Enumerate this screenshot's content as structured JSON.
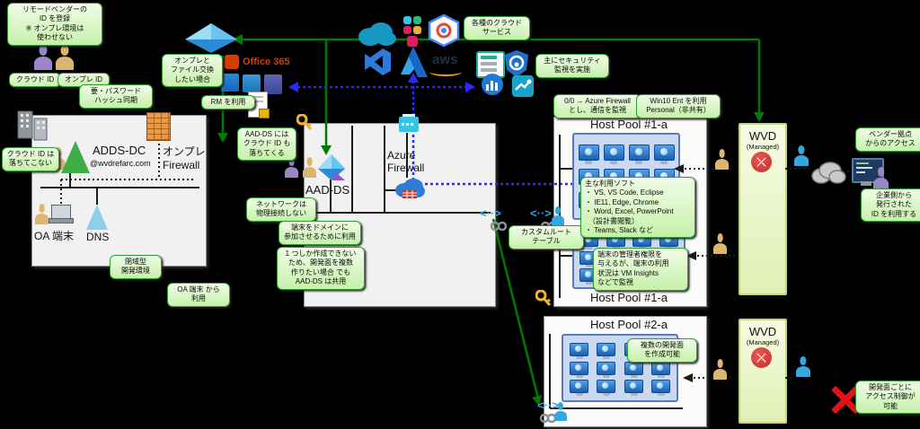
{
  "colors": {
    "background": "#000000",
    "green_arrow": "#007a00",
    "blue_dash": "#2a2aff",
    "callout_border": "#2e9e2e",
    "callout_fill": "#d5f4bd",
    "grid_fill": "#c9d9f2",
    "grid_border": "#5a7ab8",
    "wvd_fill": "#e9f5c7",
    "rdp_red": "#c1332e",
    "onprem_firewall_orange": "#e79b49"
  },
  "callouts": {
    "vendor_register": "リモードベンダーの\nID を登録\n※ オンプレ環境は\n使わせない",
    "cloud_id": "クラウド ID",
    "onpre_id": "オンプレ ID",
    "hash_sync": "要・パスワード\nハッシュ同期",
    "file_exchange": "オンプレと\nファイル交換\nしたい場合",
    "rm_use": "RM を利用",
    "cloud_services": "各種のクラウド\nサービス",
    "security_monitor": "主にセキュリティ\n監視を実施",
    "cloud_id_not_fall": "クラウド ID は\n落ちてこない",
    "closed_env": "閉域型\n開発環境",
    "oa_use": "OA 端末 から\n利用",
    "aadds_cloud_id": "AAD-DS には\nクラウド ID も\n落ちてくる",
    "no_physical": "ネットワークは\n物理接続しない",
    "domain_join": "端末をドメインに\n参加させるために利用",
    "one_only": "1 つしか作成できない\nため、開発面を複数\n作りたい場合 でも\nAAD-DS は共用",
    "azure_fw_00": "0/0 → Azure Firewall\nとし、通信を監視",
    "win10": "Win10 Ent を利用\nPersonal（非共有）",
    "main_soft": "主な利用ソフト\n・ VS, VS Code, Eclipse\n・ IE11, Edge, Chrome\n・ Word, Excel, PowerPoint\n　（設計書閲覧）\n・ Teams, Slack など",
    "custom_route": "カスタムルート\nテーブル",
    "admin_rights": "端末の管理者権限を\n与えるが、端末の利用\n状況は VM Insights\nなどで監視",
    "multi_dev": "複数の開発面\nを作成可能",
    "vendor_access": "ベンダー拠点\nからのアクセス",
    "enterprise_id": "企業側から\n発行された\nID を利用する",
    "access_control": "開発面ごとに\nアクセス制御が\n可能"
  },
  "labels": {
    "adds_dc": "ADDS-DC",
    "adds_domain": "@wvdrefarc.com",
    "onpre_fw": "オンプレ\nFirewall",
    "oa": "OA 端末",
    "dns": "DNS",
    "aad_ds": "AAD-DS",
    "azure_fw": "Azure\nFirewall",
    "office365": "Office 365",
    "aws": "aws",
    "hp1_top": "Host Pool #1-a",
    "hp1_bottom": "Host Pool #1-a",
    "hp2": "Host Pool #2-a",
    "wvd": "WVD",
    "managed": "(Managed)"
  }
}
